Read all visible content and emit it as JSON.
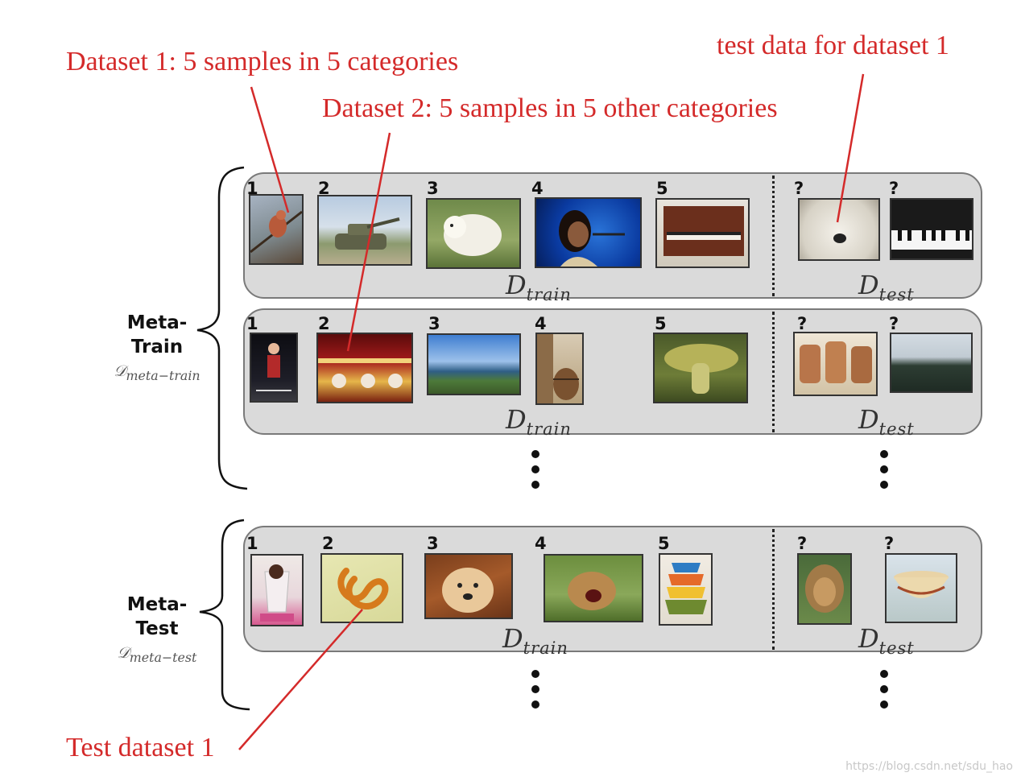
{
  "annotations": {
    "dataset1": "Dataset 1: 5 samples in 5 categories",
    "dataset2": "Dataset 2: 5 samples in 5 other categories",
    "test_data": "test data for dataset 1",
    "test_dataset": "Test dataset 1"
  },
  "groups": {
    "meta_train": {
      "line1": "Meta-",
      "line2": "Train",
      "symbol": "𝒟",
      "symbol_sub": "meta−train"
    },
    "meta_test": {
      "line1": "Meta-",
      "line2": "Test",
      "symbol": "𝒟",
      "symbol_sub": "meta−test"
    }
  },
  "labels": {
    "train_main": "D",
    "train_sub": "train",
    "test_main": "D",
    "test_sub": "test"
  },
  "numbers": [
    "1",
    "2",
    "3",
    "4",
    "5"
  ],
  "query_mark": "?",
  "rows": [
    {
      "train_images": [
        "bird",
        "tank",
        "white dog",
        "singer",
        "piano"
      ],
      "test_images": [
        "white dog",
        "piano"
      ]
    },
    {
      "train_images": [
        "gymnast",
        "carousel",
        "cliffs",
        "barrel",
        "mushroom"
      ],
      "test_images": [
        "barrels",
        "cliffs"
      ]
    },
    {
      "train_images": [
        "dessert",
        "pretzel",
        "golden retriever",
        "lion",
        "bowls"
      ],
      "test_images": [
        "lion",
        "bowl"
      ]
    }
  ],
  "watermark": "https://blog.csdn.net/sdu_hao",
  "colors": {
    "annotation": "#d42a2a",
    "panel": "#dadada",
    "panel_border": "#7a7a7a"
  }
}
